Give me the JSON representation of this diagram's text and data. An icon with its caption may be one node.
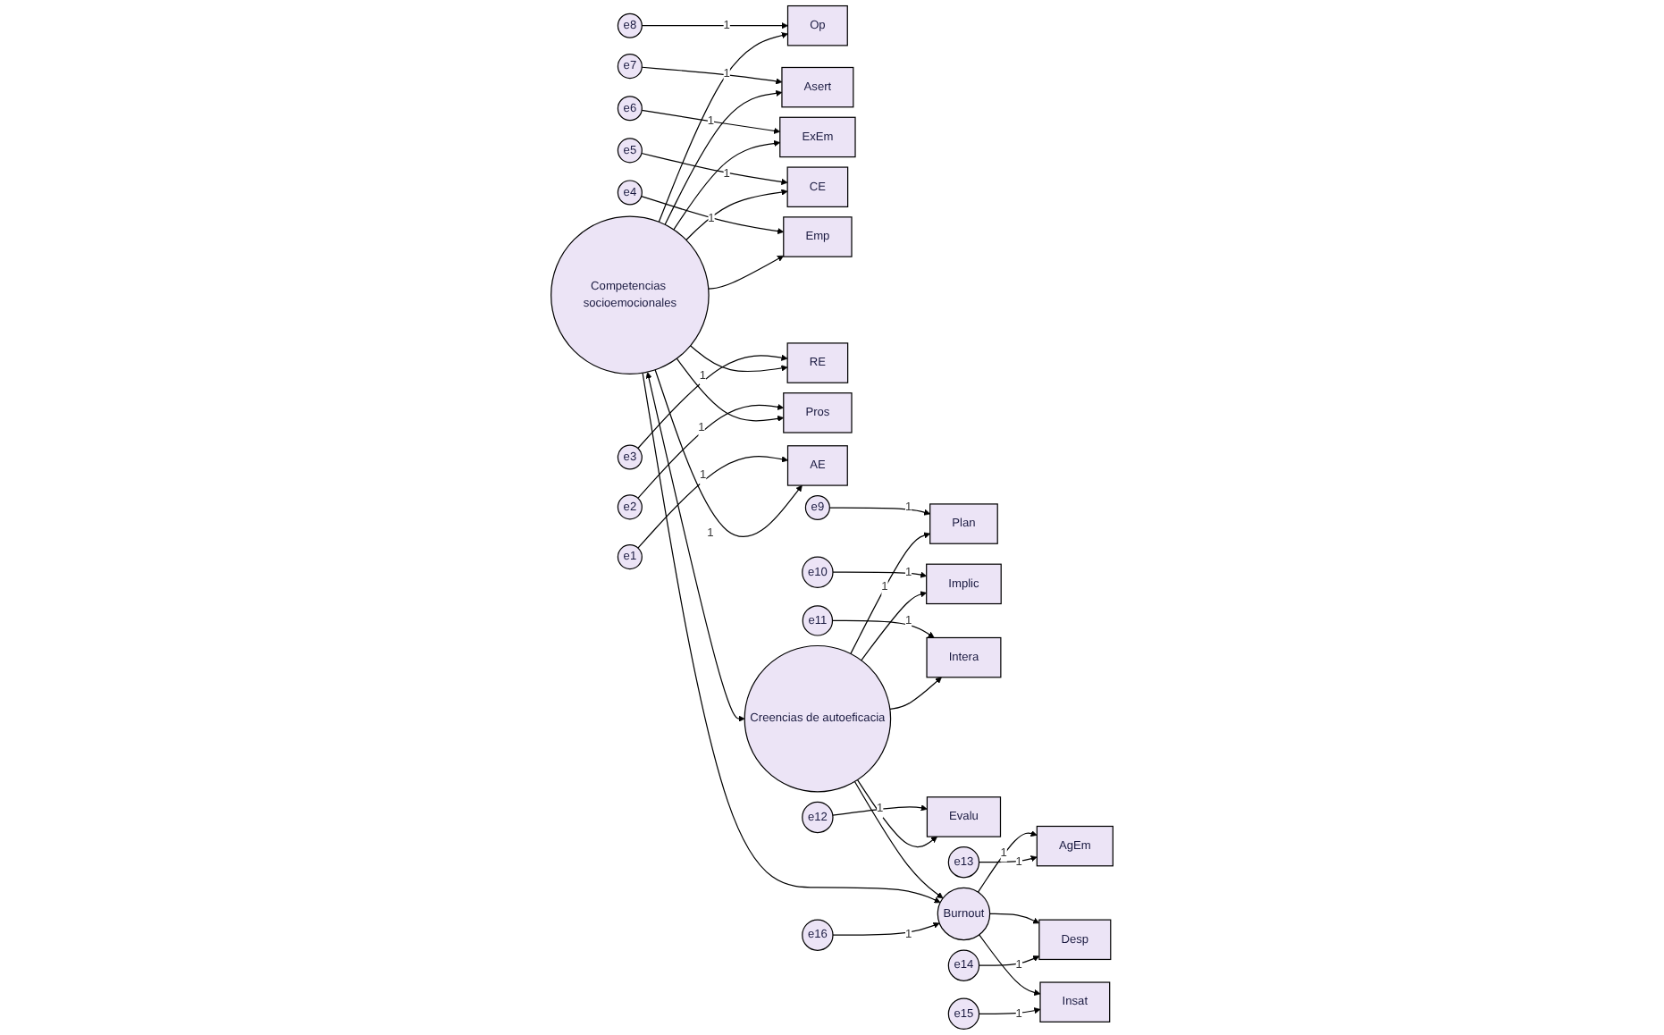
{
  "diagram": {
    "nodes": [
      {
        "text": [
          "e8"
        ]
      },
      {
        "text": [
          "e7"
        ]
      },
      {
        "text": [
          "e6"
        ]
      },
      {
        "text": [
          "e5"
        ]
      },
      {
        "text": [
          "e4"
        ]
      },
      {
        "text": [
          "e3"
        ]
      },
      {
        "text": [
          "e2"
        ]
      },
      {
        "text": [
          "e1"
        ]
      },
      {
        "text": [
          "Op"
        ]
      },
      {
        "text": [
          "Asert"
        ]
      },
      {
        "text": [
          "ExEm"
        ]
      },
      {
        "text": [
          "CE"
        ]
      },
      {
        "text": [
          "Emp"
        ]
      },
      {
        "text": [
          "RE"
        ]
      },
      {
        "text": [
          "Pros"
        ]
      },
      {
        "text": [
          "AE"
        ]
      },
      {
        "text": [
          "Competencias socioemocionales"
        ]
      },
      {
        "text": [
          "e9"
        ]
      },
      {
        "text": [
          "e10"
        ]
      },
      {
        "text": [
          "e11"
        ]
      },
      {
        "text": [
          "e12"
        ]
      },
      {
        "text": [
          "Plan"
        ]
      },
      {
        "text": [
          "Implic"
        ]
      },
      {
        "text": [
          "Intera"
        ]
      },
      {
        "text": [
          "Evalu"
        ]
      },
      {
        "text": [
          "Creencias de autoeficacia"
        ]
      },
      {
        "text": [
          "e16"
        ]
      },
      {
        "text": [
          "Burnout"
        ]
      },
      {
        "text": [
          "AgEm"
        ]
      },
      {
        "text": [
          "Desp"
        ]
      },
      {
        "text": [
          "Insat"
        ]
      },
      {
        "text": [
          "e13"
        ]
      },
      {
        "text": [
          "e14"
        ]
      },
      {
        "text": [
          "e15"
        ]
      }
    ],
    "edges": [
      {
        "from": 0,
        "to": 8,
        "arrow": "to",
        "label": "1"
      },
      {
        "from": 1,
        "to": 9,
        "arrow": "to",
        "label": "1"
      },
      {
        "from": 2,
        "to": 10,
        "arrow": "to",
        "label": "1"
      },
      {
        "from": 3,
        "to": 11,
        "arrow": "to",
        "label": "1"
      },
      {
        "from": 4,
        "to": 12,
        "arrow": "to",
        "label": "1"
      },
      {
        "from": 5,
        "to": 13,
        "arrow": "to",
        "label": "1"
      },
      {
        "from": 6,
        "to": 14,
        "arrow": "to",
        "label": "1"
      },
      {
        "from": 7,
        "to": 15,
        "arrow": "to",
        "label": "1"
      },
      {
        "from": 16,
        "to": 8,
        "arrow": "to"
      },
      {
        "from": 16,
        "to": 9,
        "arrow": "to"
      },
      {
        "from": 16,
        "to": 10,
        "arrow": "to"
      },
      {
        "from": 16,
        "to": 11,
        "arrow": "to"
      },
      {
        "from": 16,
        "to": 12,
        "arrow": "to"
      },
      {
        "from": 16,
        "to": 13,
        "arrow": "to"
      },
      {
        "from": 16,
        "to": 14,
        "arrow": "to"
      },
      {
        "from": 16,
        "to": 15,
        "arrow": "to",
        "label": "1"
      },
      {
        "from": 17,
        "to": 21,
        "arrow": "to",
        "label": "1"
      },
      {
        "from": 18,
        "to": 22,
        "arrow": "to",
        "label": "1"
      },
      {
        "from": 19,
        "to": 23,
        "arrow": "to",
        "label": "1"
      },
      {
        "from": 20,
        "to": 24,
        "arrow": "to",
        "label": "1"
      },
      {
        "from": 25,
        "to": 21,
        "arrow": "to",
        "label": "1"
      },
      {
        "from": 25,
        "to": 22,
        "arrow": "to"
      },
      {
        "from": 25,
        "to": 23,
        "arrow": "to"
      },
      {
        "from": 25,
        "to": 24,
        "arrow": "to"
      },
      {
        "from": 16,
        "to": 25,
        "arrow": "both"
      },
      {
        "from": 25,
        "to": 27,
        "arrow": "to"
      },
      {
        "from": 16,
        "to": 27,
        "arrow": "to"
      },
      {
        "from": 26,
        "to": 27,
        "arrow": "to",
        "label": "1"
      },
      {
        "from": 27,
        "to": 28,
        "arrow": "to",
        "label": "1"
      },
      {
        "from": 27,
        "to": 29,
        "arrow": "to"
      },
      {
        "from": 27,
        "to": 30,
        "arrow": "to"
      },
      {
        "from": 31,
        "to": 28,
        "arrow": "to",
        "label": "1"
      },
      {
        "from": 32,
        "to": 29,
        "arrow": "to",
        "label": "1"
      },
      {
        "from": 33,
        "to": 30,
        "arrow": "to",
        "label": "1"
      }
    ]
  }
}
